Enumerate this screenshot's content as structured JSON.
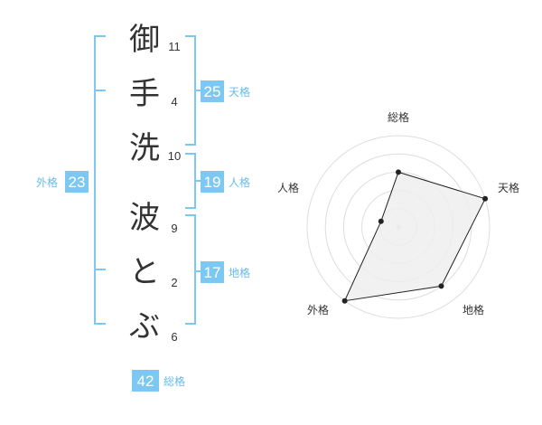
{
  "colors": {
    "bracket": "#7cc8f2",
    "badge_fill": "#7cc8f2",
    "badge_label": "#66bbee",
    "radar_fill": "#eeeeee",
    "radar_grid": "#dddddd",
    "radar_line": "#222222"
  },
  "name": {
    "characters": [
      {
        "char": "御",
        "strokes": "11"
      },
      {
        "char": "手",
        "strokes": "4"
      },
      {
        "char": "洗",
        "strokes": "10"
      },
      {
        "char": "波",
        "strokes": "9"
      },
      {
        "char": "と",
        "strokes": "2"
      },
      {
        "char": "ぶ",
        "strokes": "6"
      }
    ]
  },
  "fortunes": {
    "tenkaku": {
      "label": "天格",
      "value": "25"
    },
    "jinkaku": {
      "label": "人格",
      "value": "19"
    },
    "chikaku": {
      "label": "地格",
      "value": "17"
    },
    "gaikaku": {
      "label": "外格",
      "value": "23"
    },
    "soukaku": {
      "label": "総格",
      "value": "42"
    }
  },
  "chart_data": {
    "type": "radar",
    "axes": [
      "総格",
      "天格",
      "地格",
      "外格",
      "人格"
    ],
    "values": [
      3,
      5,
      4,
      5,
      1
    ],
    "rmax": 5,
    "rings": 5,
    "grid": true
  }
}
